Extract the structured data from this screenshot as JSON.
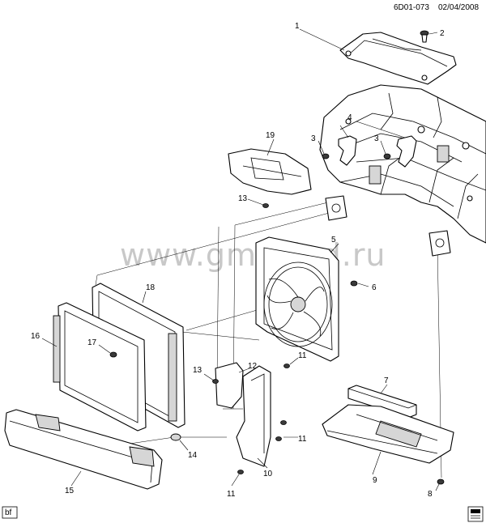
{
  "header": {
    "drawing_id": "6D01-073",
    "date": "02/04/2008"
  },
  "watermark": "www.gmsklad.ru",
  "corner_tag": "bf",
  "callouts": {
    "c1": "1",
    "c2": "2",
    "c3a": "3",
    "c3b": "3",
    "c4": "4",
    "c5": "5",
    "c6": "6",
    "c7": "7",
    "c8": "8",
    "c9": "9",
    "c10": "10",
    "c11a": "11",
    "c11b": "11",
    "c11c": "11",
    "c12": "12",
    "c13a": "13",
    "c13b": "13",
    "c14": "14",
    "c15": "15",
    "c16": "16",
    "c17": "17",
    "c18": "18",
    "c19": "19"
  },
  "icons": {
    "corner": "document-icon"
  }
}
